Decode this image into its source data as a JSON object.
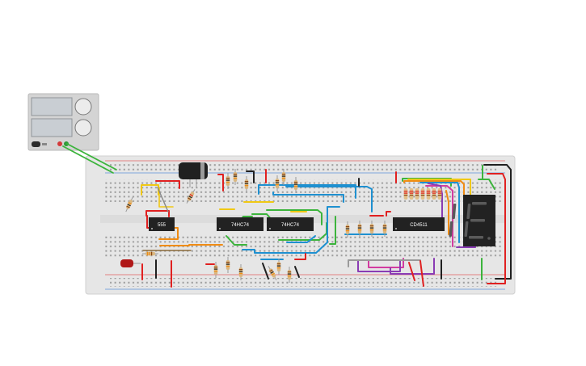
{
  "chips": [
    {
      "id": "u1",
      "label": "555"
    },
    {
      "id": "u2",
      "label": "74HC74"
    },
    {
      "id": "u3",
      "label": "74HC74"
    },
    {
      "id": "u4",
      "label": "CD4511"
    }
  ],
  "power_supply": {
    "knob_labels": [
      "",
      ""
    ]
  },
  "display": {
    "digit": "8"
  },
  "colors": {
    "breadboard": "#e6e6e6",
    "chip": "#222222",
    "led": "#b01818",
    "wire_red": "#e02020",
    "wire_blue": "#1e90d0",
    "wire_green": "#3cb43c",
    "wire_orange": "#f08c14",
    "wire_purple": "#8a3cb4",
    "wire_magenta": "#d23ca0",
    "wire_yellow": "#f0c814",
    "wire_black": "#202020",
    "wire_gray": "#9a9a9a"
  }
}
